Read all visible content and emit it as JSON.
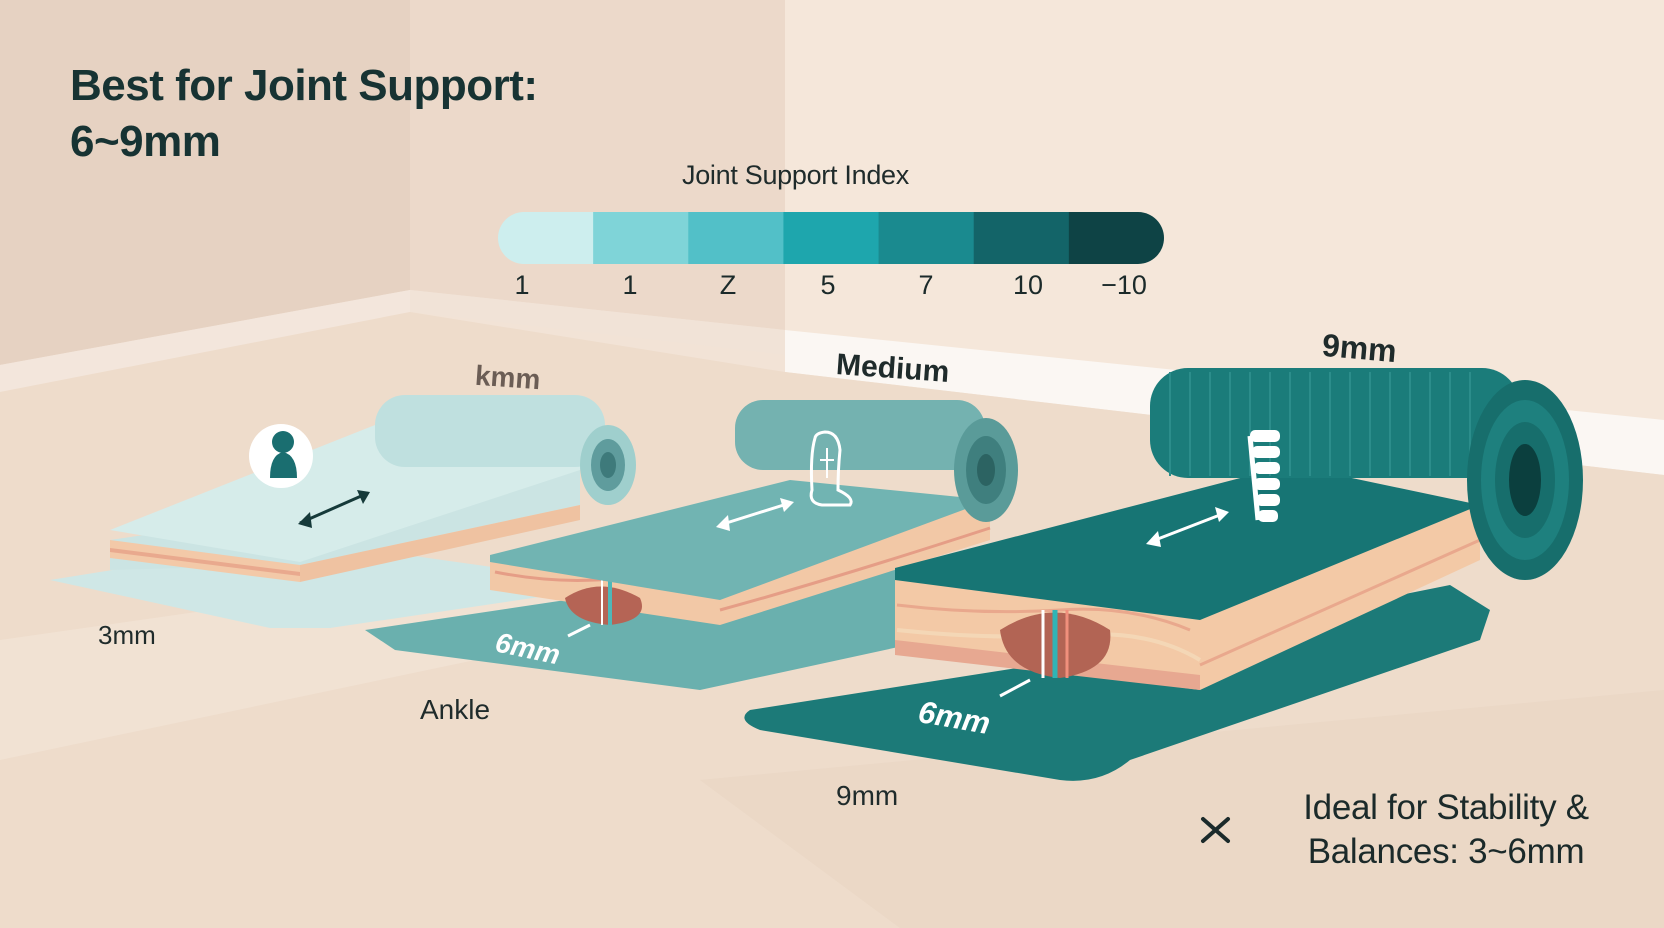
{
  "headline": {
    "line1": "Best for Joint Support:",
    "line2": "6~9mm"
  },
  "index": {
    "title": "Joint Support Index",
    "ticks": [
      "1",
      "1",
      "Z",
      "5",
      "7",
      "10",
      "−10"
    ],
    "colors": [
      "#cdeeee",
      "#7fd4d8",
      "#52c0c8",
      "#1ea6ad",
      "#1a8a8f",
      "#136468",
      "#0e4345"
    ]
  },
  "labels": {
    "thin_top": "kmm",
    "medium_top": "Medium",
    "thick_top": "9mm",
    "thin_bottom": "3mm",
    "medium_bottom": "Ankle",
    "thick_bottom": "9mm",
    "medium_mat_print": "6mm",
    "thick_mat_print": "6mm"
  },
  "note": {
    "line1": "Ideal for Stability &",
    "line2": "Balances: 3~6mm"
  },
  "icons": [
    "person-head-icon",
    "ankle-icon",
    "spine-icon",
    "close-icon"
  ]
}
